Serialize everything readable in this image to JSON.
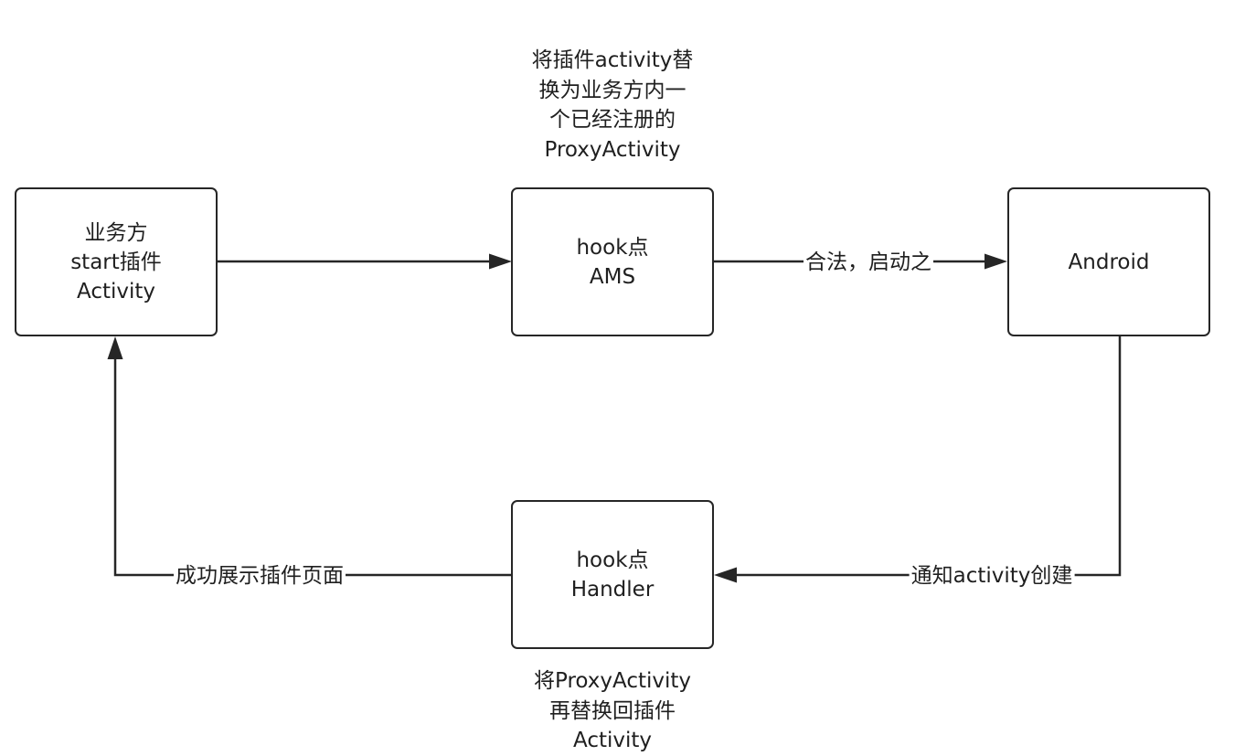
{
  "nodes": {
    "business": {
      "lines": [
        "业务方",
        "start插件",
        "Activity"
      ]
    },
    "hook_ams": {
      "lines": [
        "hook点",
        "AMS"
      ]
    },
    "android": {
      "lines": [
        "Android"
      ]
    },
    "hook_handler": {
      "lines": [
        "hook点",
        "Handler"
      ]
    }
  },
  "annotations": {
    "ams_note": [
      "将插件activity替",
      "换为业务方内一",
      "个已经注册的",
      "ProxyActivity"
    ],
    "handler_note": [
      "将ProxyActivity",
      "再替换回插件",
      "Activity"
    ]
  },
  "edges": {
    "ams_to_android": "合法，启动之",
    "android_to_handler": "通知activity创建",
    "handler_to_business": "成功展示插件页面"
  },
  "colors": {
    "stroke": "#262626",
    "background": "#ffffff"
  }
}
